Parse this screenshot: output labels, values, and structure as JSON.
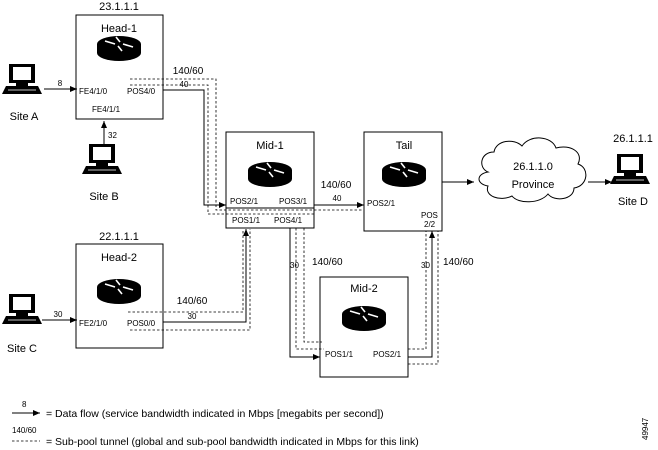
{
  "routers": {
    "head1": {
      "addr": "23.1.1.1",
      "name": "Head-1",
      "if_fe": "FE4/1/0",
      "if_pos": "POS4/0",
      "if_fe2": "FE4/1/1"
    },
    "head2": {
      "addr": "22.1.1.1",
      "name": "Head-2",
      "if_fe": "FE2/1/0",
      "if_pos": "POS0/0"
    },
    "mid1": {
      "name": "Mid-1",
      "if_a": "POS2/1",
      "if_b": "POS3/1",
      "if_c": "POS1/1",
      "if_d": "POS4/1"
    },
    "tail": {
      "name": "Tail",
      "if_a": "POS2/1",
      "if_b1": "POS",
      "if_b2": "2/2"
    },
    "mid2": {
      "name": "Mid-2",
      "if_a": "POS1/1",
      "if_b": "POS2/1"
    }
  },
  "sites": {
    "a": "Site A",
    "b": "Site B",
    "c": "Site C",
    "d": "Site D"
  },
  "cloud": {
    "addr": "26.1.1.0",
    "name": "Province"
  },
  "dest_addr": "26.1.1.1",
  "bandwidth": {
    "site_a": "8",
    "site_b": "32",
    "site_c": "30",
    "h1_flow": "40",
    "h1_pool": "140/60",
    "m1t_flow": "40",
    "m1t_pool": "140/60",
    "h2_pool": "140/60",
    "h2_flow": "30",
    "m1m2_flow": "30",
    "m1m2_pool": "140/60",
    "m2t_flow": "30",
    "m2t_pool": "140/60"
  },
  "legend": {
    "flow_sample": "8",
    "flow_text": "= Data flow (service bandwidth indicated in Mbps [megabits per second])",
    "tunnel_sample": "140/60",
    "tunnel_text": "= Sub-pool tunnel (global and sub-pool bandwidth indicated in Mbps for this link)"
  },
  "figure_id": "49947"
}
